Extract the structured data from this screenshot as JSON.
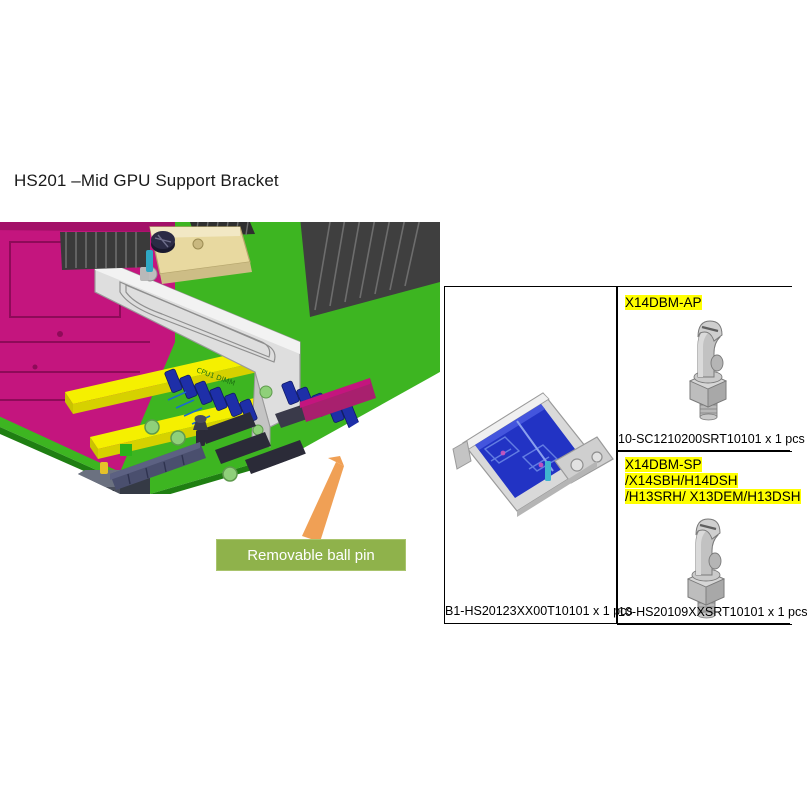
{
  "page": {
    "title": "HS201 –Mid GPU Support Bracket"
  },
  "callout": {
    "label": "Removable ball pin",
    "box_color": "#8fb24b",
    "border_color": "#a9c46d",
    "text_color": "#ffffff",
    "leader_color": "#f0a055",
    "leader_icon": "arrow-leader-line"
  },
  "figure": {
    "name": "mid-gpu-support-bracket-assembly",
    "colors": {
      "chassis": "#c4157e",
      "pcb": "#3db521",
      "bracket": "#d9d9d9",
      "dimm": "#f5f000",
      "capacitor": "#1e2fa8",
      "heatsink": "#3f3f3f",
      "connector_tan": "#e8d9a0"
    }
  },
  "parts_table": {
    "cells": [
      {
        "name": "bracket-part",
        "label": null,
        "caption": "B1-HS20123XX00T10101 x 1 pcs",
        "art": "bracket-isometric"
      },
      {
        "name": "ball-pin-ap",
        "label_lines": [
          "X14DBM-AP"
        ],
        "caption": "10-SC1210200SRT10101 x 1 pcs",
        "art": "ball-pin",
        "highlight_color": "#ffff00"
      },
      {
        "name": "ball-pin-sp",
        "label_lines": [
          "X14DBM-SP",
          "/X14SBH/H14DSH",
          "/H13SRH/ X13DEM/H13DSH"
        ],
        "caption": "10-HS20109XXSRT10101 x 1 pcs",
        "art": "ball-pin",
        "highlight_color": "#ffff00"
      }
    ]
  }
}
